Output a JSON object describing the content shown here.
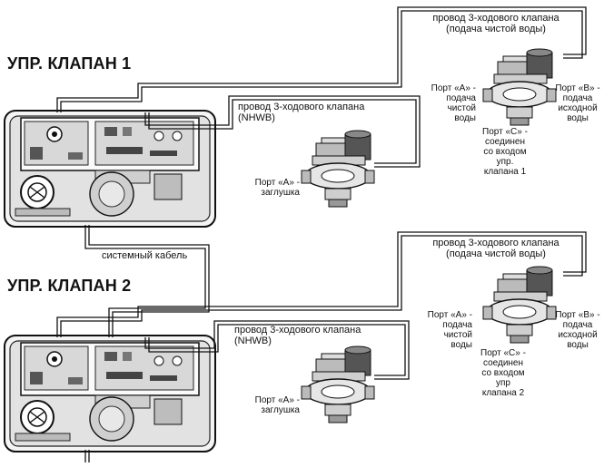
{
  "headings": {
    "valve1": "УПР. КЛАПАН 1",
    "valve2": "УПР. КЛАПАН 2"
  },
  "system_cable": "системный кабель",
  "section1": {
    "wire_clean": "провод 3-ходового клапана\n(подача чистой воды)",
    "wire_nhwb": "провод 3-ходового клапана\n(NHWB)",
    "port_a_plug": "Порт «A» -\nзаглушка",
    "port_a_clean": "Порт «A» -\nподача\nчистой\nводы",
    "port_b_raw": "Порт «B» -\nподача\nисходной\nводы",
    "port_c": "Порт «C» -\nсоединен\nсо входом\nупр.\nклапана 1"
  },
  "section2": {
    "wire_clean": "провод 3-ходового клапана\n(подача чистой воды)",
    "wire_nhwb": "провод 3-ходового клапана\n(NHWB)",
    "port_a_plug": "Порт «A» -\nзаглушка",
    "port_a_clean": "Порт «A» -\nподача\nчистой\nводы",
    "port_b_raw": "Порт «B» -\nподача\nисходной\nводы",
    "port_c": "Порт «C» -\nсоединен\nсо входом\nупр\nклапана 2"
  }
}
